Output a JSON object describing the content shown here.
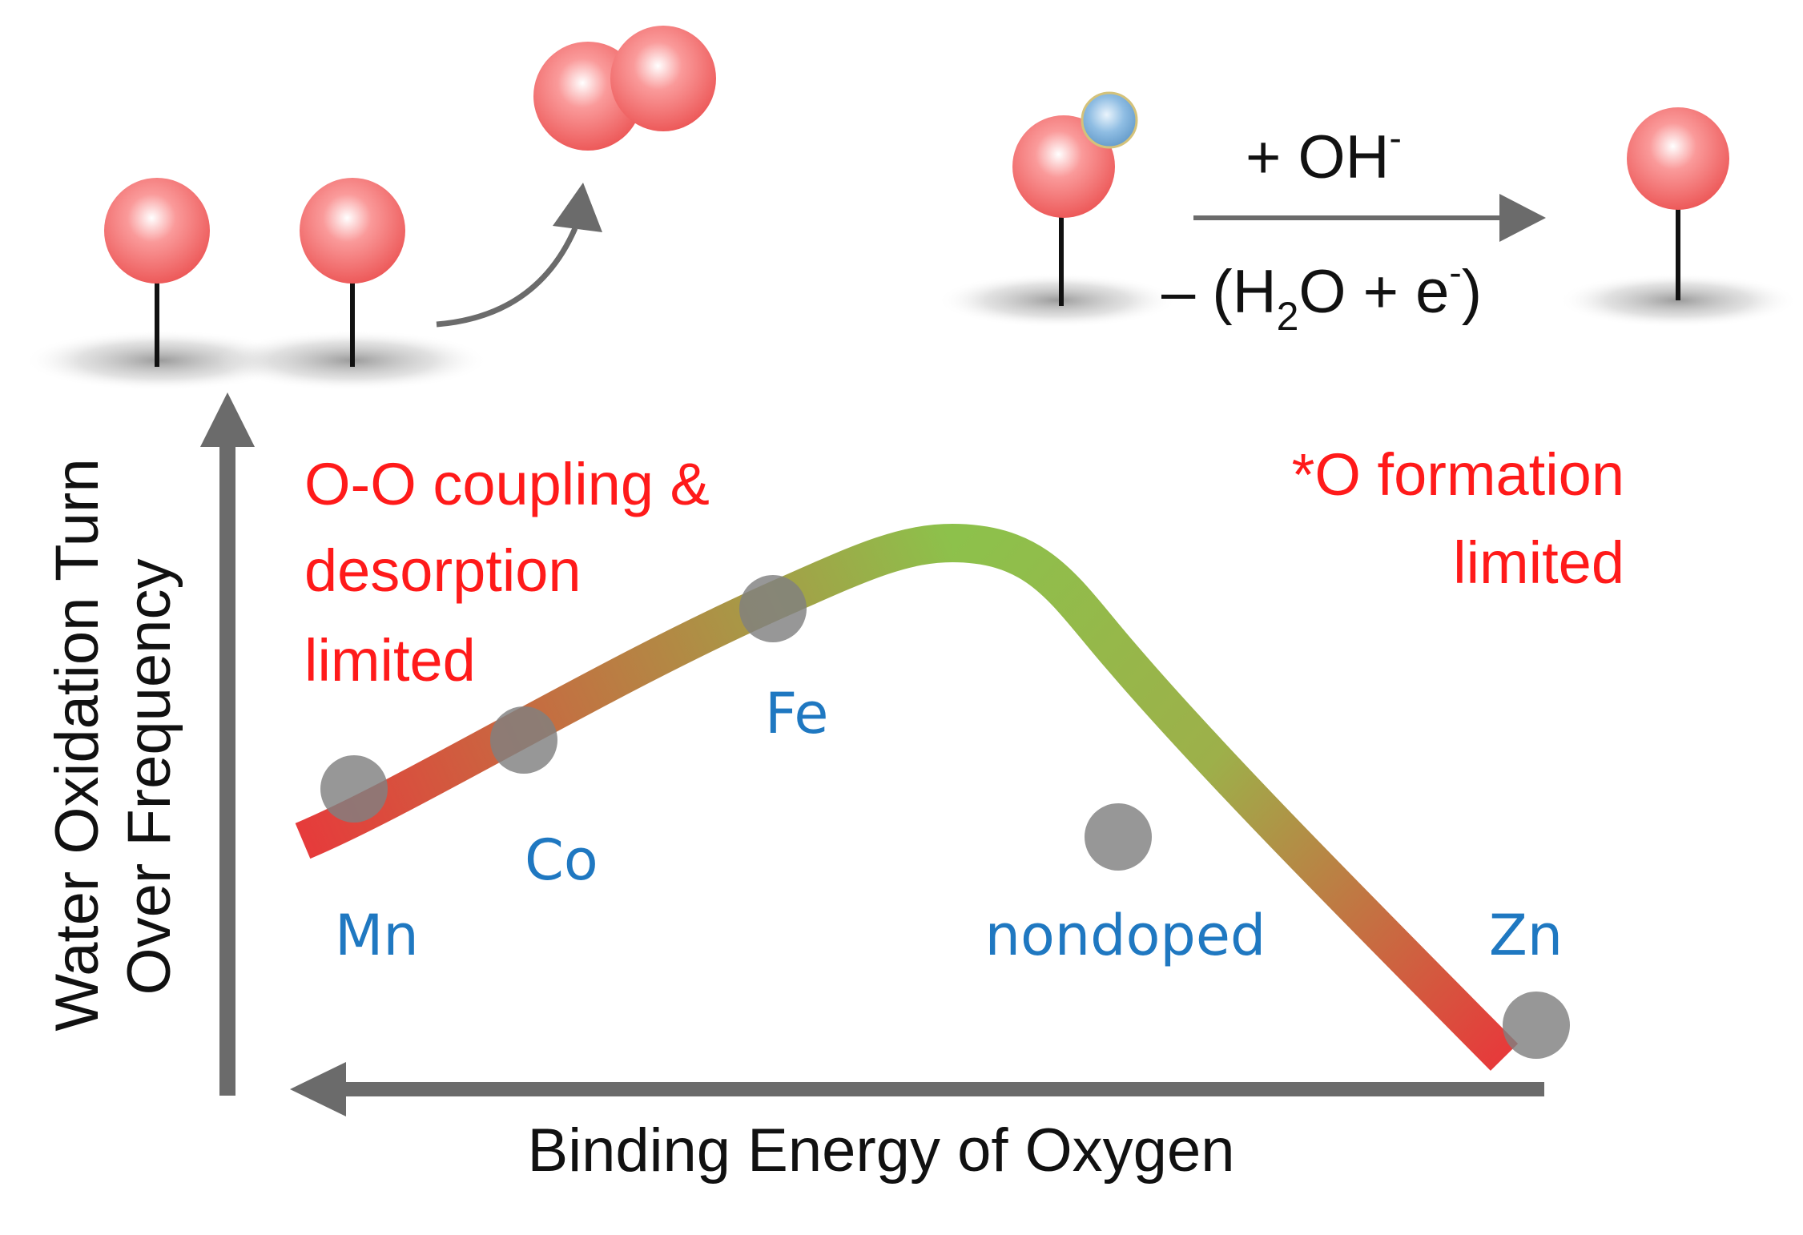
{
  "colors": {
    "region_label": "#ff1a1a",
    "metal_label": "#1f78c1",
    "axis": "#6b6b6b",
    "point": "#808080",
    "curve_low": "#e63b3b",
    "curve_high": "#8dc14b",
    "oxygen_atom": "#f26d6d",
    "hydrogen_atom": "#7fb3dd"
  },
  "axes": {
    "y_label_line1": "Water Oxidation Turn",
    "y_label_line2": "Over Frequency",
    "x_label": "Binding Energy of Oxygen"
  },
  "regions": {
    "left_line1": "O-O coupling &",
    "left_line2": "desorption",
    "left_line3": "limited",
    "right_line1": "*O formation",
    "right_line2": "limited"
  },
  "reaction": {
    "top": "+ OH",
    "top_sup": "-",
    "bottom_a": "– (H",
    "bottom_sub": "2",
    "bottom_b": "O + e",
    "bottom_sup": "-",
    "bottom_c": ")"
  },
  "points": [
    {
      "label": "Mn"
    },
    {
      "label": "Co"
    },
    {
      "label": "Fe"
    },
    {
      "label": "nondoped"
    },
    {
      "label": "Zn"
    }
  ]
}
